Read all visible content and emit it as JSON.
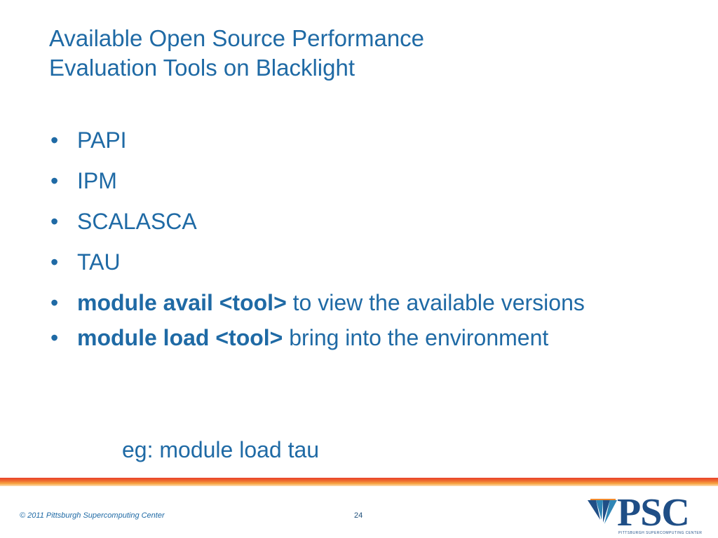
{
  "slide": {
    "title_line1": "Available Open Source Performance",
    "title_line2": "Evaluation Tools on Blacklight",
    "bullet_symbol": "•",
    "bullets": [
      {
        "text": "PAPI"
      },
      {
        "text": "IPM"
      },
      {
        "text": "SCALASCA"
      },
      {
        "text": "TAU"
      },
      {
        "bold": "module avail <tool>",
        "text": " to view the available versions"
      },
      {
        "bold": "module load <tool>",
        "text": " bring into the environment"
      }
    ],
    "example": "eg: module load tau"
  },
  "footer": {
    "copyright": "© 2011 Pittsburgh Supercomputing Center",
    "page_number": "24",
    "logo_text": "PSC",
    "logo_subtext": "PITTSBURGH SUPERCOMPUTING CENTER"
  },
  "colors": {
    "text": "#1F6AA5",
    "logo": "#1F4E86",
    "band_top": "#E8402A",
    "band_bottom": "#F7A744"
  }
}
